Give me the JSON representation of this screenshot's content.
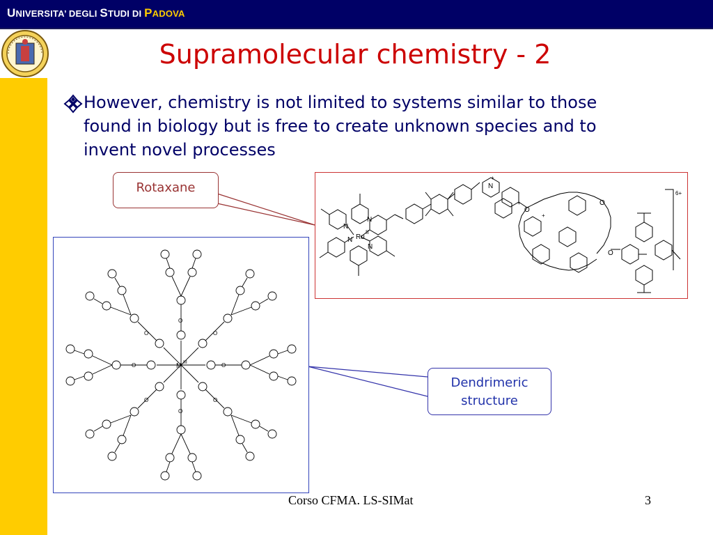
{
  "header": {
    "university_name": {
      "u": "U",
      "niversita": "NIVERSITA’",
      "degli": " DEGLI ",
      "s": "S",
      "tudi": "TUDI DI ",
      "p": "P",
      "adova": "ADOVA"
    }
  },
  "slide": {
    "title": "Supramolecular chemistry - 2",
    "bullet": "However, chemistry is not limited to systems similar to those found in biology but is free to create unknown species and to invent novel processes",
    "rotaxane_label": "Rotaxane",
    "dendrimeric_label_line1": "Dendrimeric",
    "dendrimeric_label_line2": "structure",
    "rotaxane_structure": {
      "metal": "Ru",
      "oxidation": "II",
      "charge": "6+",
      "atoms": [
        "N",
        "O",
        "+"
      ]
    },
    "dendrimer_structure": {
      "core": "M",
      "core_oxidation": "III",
      "atoms": [
        "O"
      ]
    }
  },
  "footer": {
    "course": "Corso CFMA. LS-SIMat",
    "page_number": "3"
  },
  "colors": {
    "header_bg": "#000066",
    "accent_yellow": "#ffcc00",
    "title_red": "#cc0000",
    "text_navy": "#000066",
    "rotaxane_border": "#cc3333",
    "dendrimer_border": "#3344bb"
  }
}
